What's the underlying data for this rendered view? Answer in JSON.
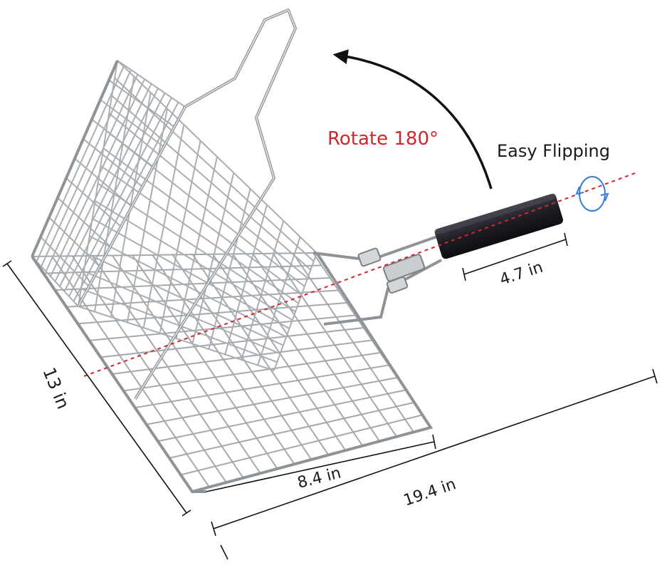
{
  "labels": {
    "rotate": "Rotate 180°",
    "easy_flipping": "Easy Flipping",
    "handle_length": "4.7 in",
    "basket_depth": "13 in",
    "basket_width": "8.4 in",
    "total_length": "19.4 in"
  },
  "colors": {
    "accent_red": "#d2262c",
    "rotate_icon_blue": "#3a7bd5",
    "handle_black": "#1c1c22",
    "wire": "#9ea3a8",
    "text_dark": "#1a1a1a"
  }
}
